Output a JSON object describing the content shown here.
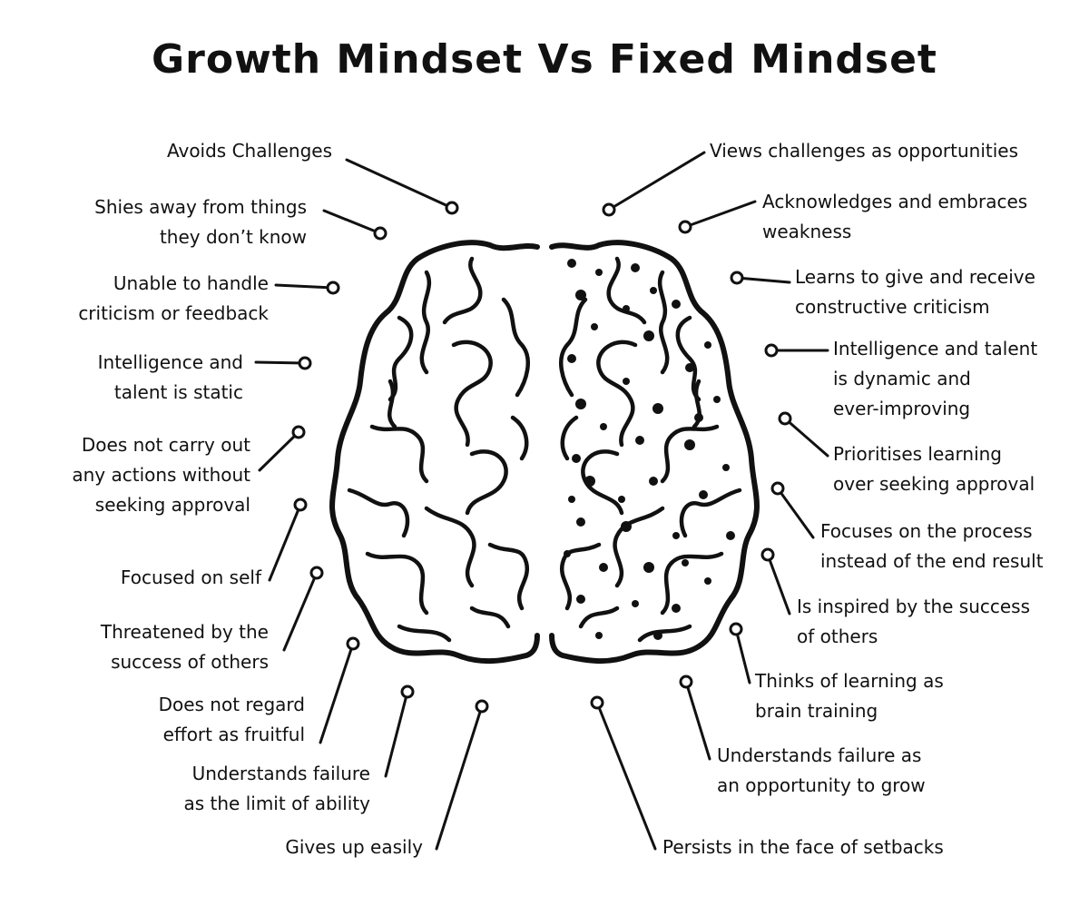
{
  "title": "Growth Mindset Vs Fixed Mindset",
  "colors": {
    "ink": "#111111",
    "background": "#ffffff"
  },
  "fixed_mindset": [
    {
      "lines": [
        "Avoids Challenges"
      ]
    },
    {
      "lines": [
        "Shies away from things",
        "they don’t know"
      ]
    },
    {
      "lines": [
        "Unable to handle",
        "criticism or feedback"
      ]
    },
    {
      "lines": [
        "Intelligence and",
        "talent is static"
      ]
    },
    {
      "lines": [
        "Does not carry out",
        "any actions without",
        "seeking approval"
      ]
    },
    {
      "lines": [
        "Focused on self"
      ]
    },
    {
      "lines": [
        "Threatened by the",
        "success of others"
      ]
    },
    {
      "lines": [
        "Does not regard",
        "effort as fruitful"
      ]
    },
    {
      "lines": [
        "Understands failure",
        "as the limit of ability"
      ]
    },
    {
      "lines": [
        "Gives up easily"
      ]
    }
  ],
  "growth_mindset": [
    {
      "lines": [
        "Views challenges as opportunities"
      ]
    },
    {
      "lines": [
        "Acknowledges and embraces",
        "weakness"
      ]
    },
    {
      "lines": [
        "Learns to give and receive",
        "constructive criticism"
      ]
    },
    {
      "lines": [
        "Intelligence and talent",
        "is dynamic and",
        "ever-improving"
      ]
    },
    {
      "lines": [
        "Prioritises learning",
        "over seeking approval"
      ]
    },
    {
      "lines": [
        "Focuses on the process",
        "instead of the end result"
      ]
    },
    {
      "lines": [
        "Is inspired by the success",
        "of others"
      ]
    },
    {
      "lines": [
        "Thinks of learning as",
        "brain training"
      ]
    },
    {
      "lines": [
        "Understands failure as",
        "an opportunity to grow"
      ]
    },
    {
      "lines": [
        "Persists in the face of setbacks"
      ]
    }
  ]
}
